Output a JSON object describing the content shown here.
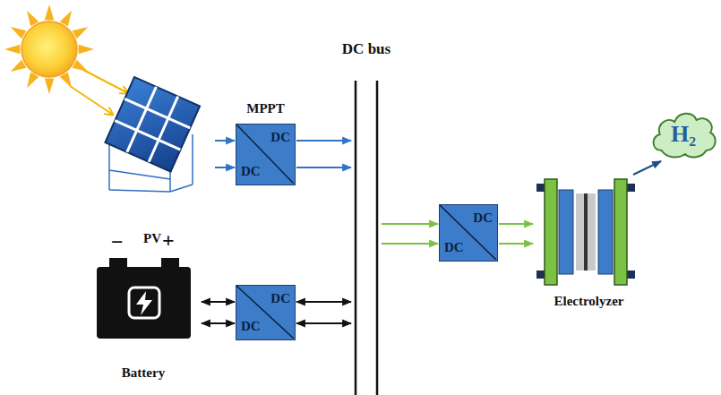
{
  "diagram": {
    "nodes": [
      {
        "text": [
          "PV"
        ]
      },
      {
        "text": [
          "MPPT",
          "DC",
          "DC"
        ]
      },
      {
        "text": [
          "DC bus"
        ]
      },
      {
        "text": [
          "H₂"
        ]
      },
      {
        "text": [
          "DC",
          "DC"
        ]
      },
      {
        "text": [
          "Electrolyzer"
        ]
      },
      {
        "text": [
          "Battery"
        ]
      },
      {
        "text": [
          "DC",
          "DC"
        ]
      }
    ],
    "edges": [
      {
        "from": 0,
        "to": 1,
        "arrow": "to"
      },
      {
        "from": 1,
        "to": 2,
        "arrow": "to"
      },
      {
        "from": 2,
        "to": 4,
        "arrow": "to"
      },
      {
        "from": 4,
        "to": 5,
        "arrow": "to"
      },
      {
        "from": 5,
        "to": 3,
        "arrow": "to"
      },
      {
        "from": 6,
        "to": 7,
        "arrow": "both"
      },
      {
        "from": 7,
        "to": 2,
        "arrow": "both"
      }
    ],
    "labels": [
      "−",
      "+"
    ]
  }
}
